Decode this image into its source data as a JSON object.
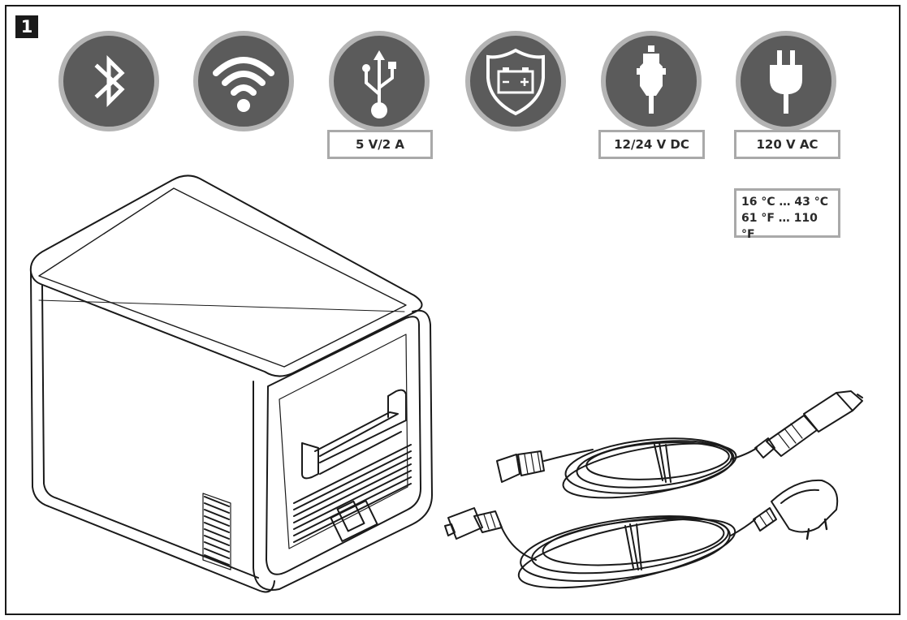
{
  "figure": {
    "number": "1"
  },
  "icons": [
    {
      "id": "bluetooth",
      "icon": "bluetooth-icon",
      "label": ""
    },
    {
      "id": "wifi",
      "icon": "wifi-icon",
      "label": ""
    },
    {
      "id": "usb",
      "icon": "usb-icon",
      "label": "5 V/2 A"
    },
    {
      "id": "battery",
      "icon": "battery-shield-icon",
      "label": ""
    },
    {
      "id": "car",
      "icon": "car-plug-icon",
      "label": "12/24 V DC"
    },
    {
      "id": "ac",
      "icon": "ac-plug-icon",
      "label": "120 V AC"
    }
  ],
  "temperature": {
    "celsius": "16 °C … 43 °C",
    "fahrenheit": "61 °F … 110 °F"
  },
  "colors": {
    "icon_fill": "#5b5b5b",
    "icon_ring": "#b4b4b4",
    "label_border": "#a9a9a9",
    "line": "#1a1a1a"
  }
}
